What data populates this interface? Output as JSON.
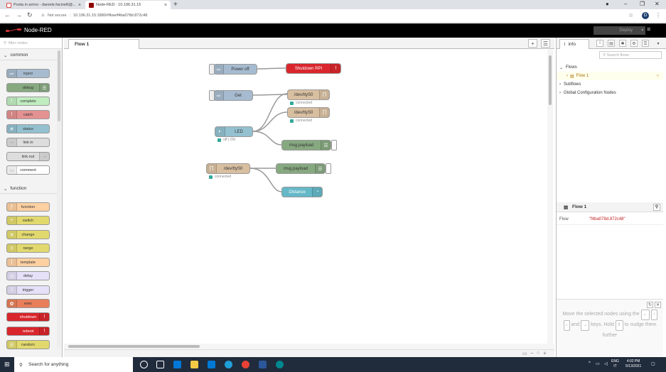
{
  "browser": {
    "tabs": [
      {
        "label": "Posta in arrivo - daniele.facinelli@...",
        "active": false
      },
      {
        "label": "Node-RED : 10.196.31.15",
        "active": true
      }
    ],
    "address": {
      "security": "Not secure",
      "url": "10.196.31.15:1880/#flow/f4ba078d.872c48"
    },
    "profile_initial": "D"
  },
  "header": {
    "app_title": "Node-RED",
    "deploy_label": "Deploy"
  },
  "palette": {
    "filter_placeholder": "filter nodes",
    "categories": [
      {
        "label": "common",
        "nodes": [
          "inject",
          "debug",
          "complete",
          "catch",
          "status",
          "link in",
          "link out",
          "comment"
        ]
      },
      {
        "label": "function",
        "nodes": [
          "function",
          "switch",
          "change",
          "range",
          "template",
          "delay",
          "trigger",
          "exec",
          "shutdown",
          "reboot",
          "random"
        ]
      }
    ]
  },
  "workspace": {
    "tab_label": "Flow 1",
    "nodes": {
      "power_off": "Power off",
      "shutdown_rpi": "Shutdown RPI",
      "get": "Get",
      "serial_out_1": "/dev/ttyS0",
      "serial_out_2": "/dev/ttyS0",
      "led": "LED",
      "debug_1": "msg.payload",
      "serial_in": "/dev/ttyS0",
      "debug_2": "msg.payload",
      "distance": "Distance"
    },
    "status": {
      "serial_out_1": "connected",
      "serial_out_2": "connected",
      "led": "off | ON",
      "serial_in": "connected"
    }
  },
  "sidebar": {
    "tab_label": "info",
    "search_placeholder": "Search flows",
    "tree": {
      "flows": "Flows",
      "flow1": "Flow 1",
      "subflows": "Subflows",
      "global": "Global Configuration Nodes"
    },
    "props": {
      "title": "Flow 1",
      "key": "Flow",
      "value": "\"f4ba078d.872c48\""
    },
    "tip": {
      "a": "Move the selected nodes using the",
      "and": "and",
      "keys": "keys. Hold",
      "nudge": "to nudge them further"
    }
  },
  "taskbar": {
    "search": "Search for anything",
    "lang": "ENG",
    "region": "IT",
    "time": "4:02 PM",
    "date": "5/13/2021"
  },
  "colors": {
    "inject": "#a6bbcf",
    "debug": "#87a980",
    "complete": "#c0edc0",
    "catch": "#e49191",
    "status": "#94c1d0",
    "link": "#dddddd",
    "function": "#fdd0a2",
    "switch": "#e2d96e",
    "template": "#fdd0a2",
    "delay": "#e6e0f8",
    "exec": "#e87f5a",
    "shutdown": "#d8262c",
    "serial": "#d8bfa0",
    "gauge": "#65b8c8"
  }
}
